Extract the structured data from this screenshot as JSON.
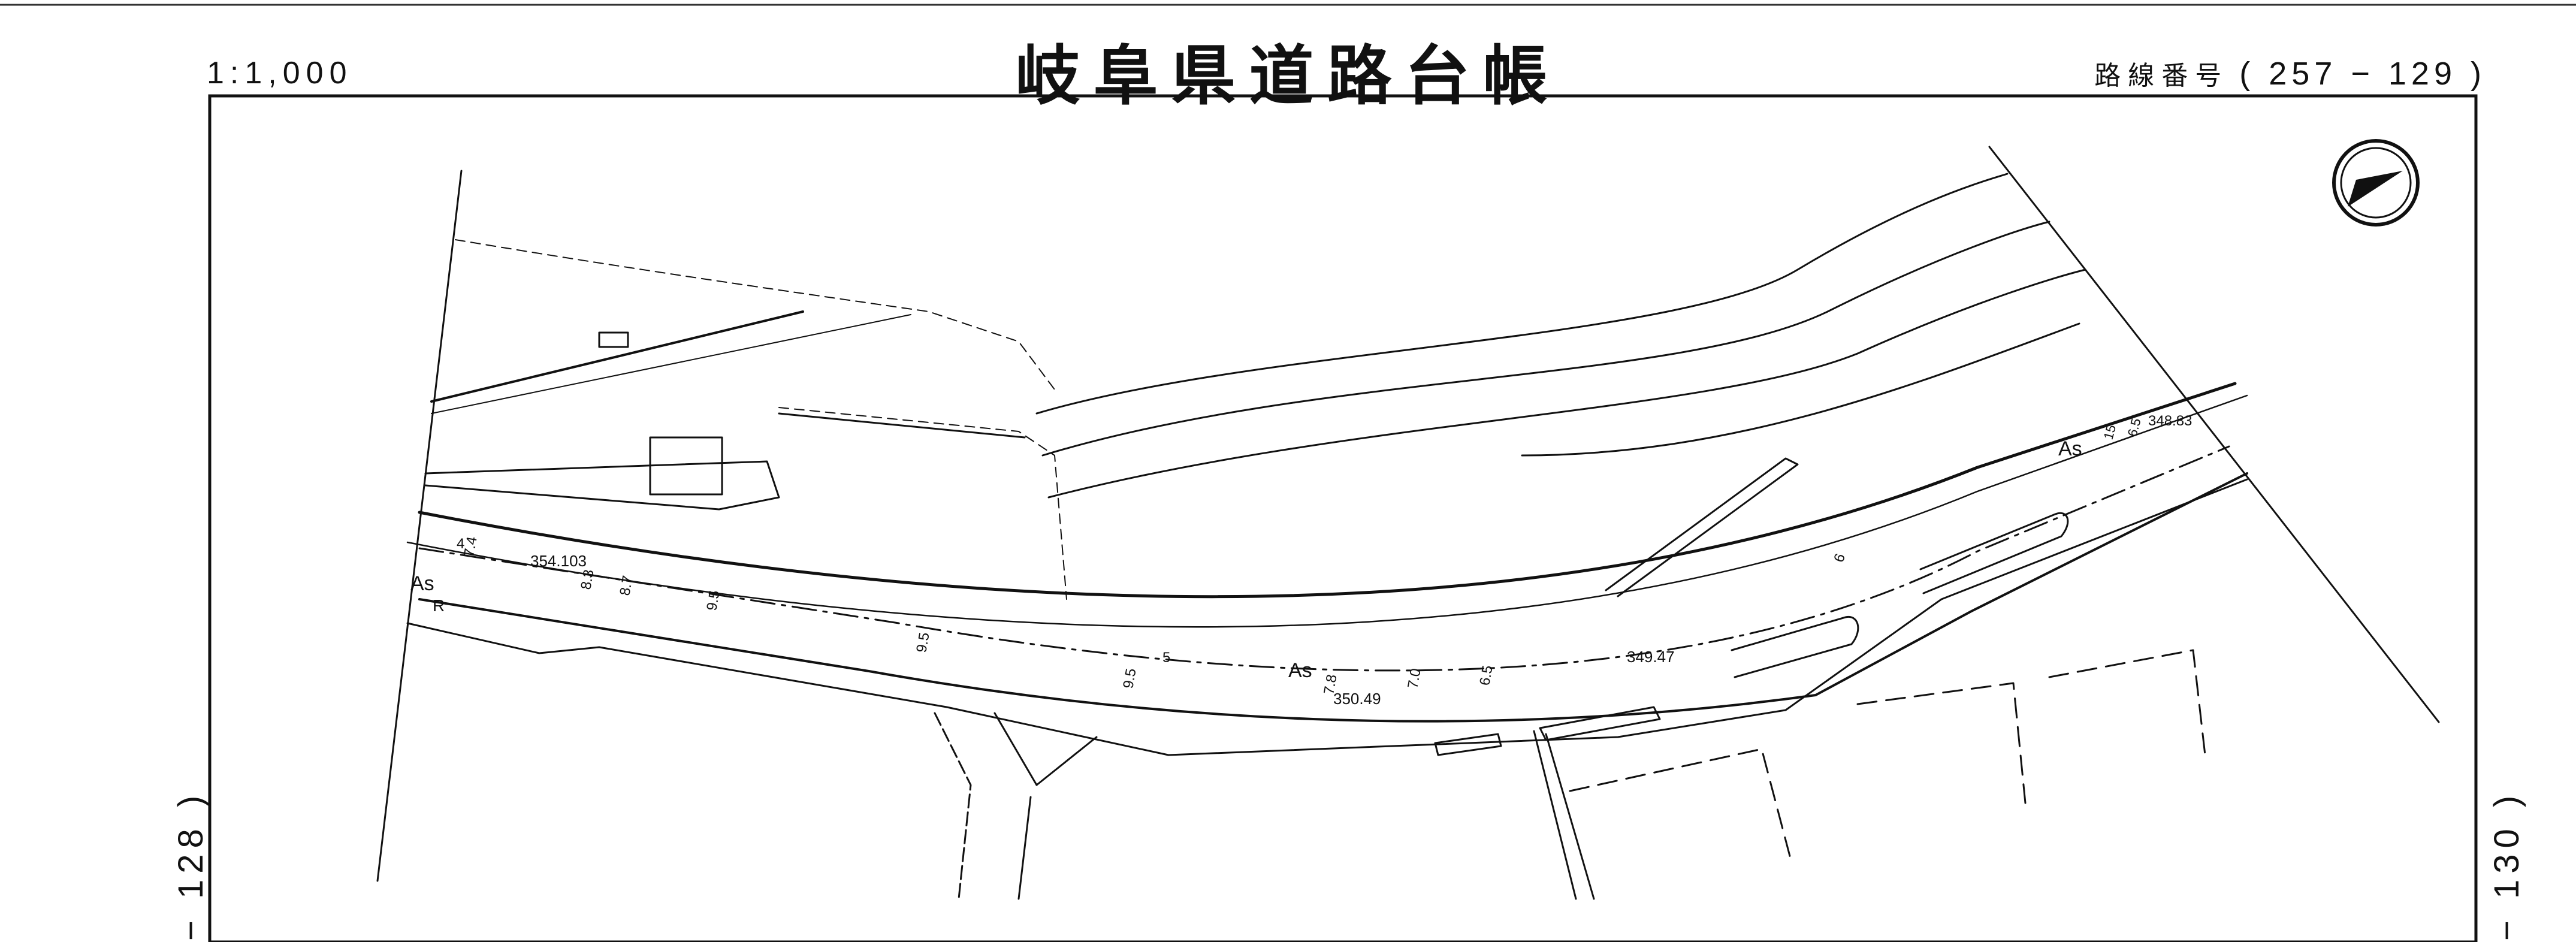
{
  "header": {
    "title": "岐阜県道路台帳",
    "scale": "1:1,000",
    "route_label": "路線番号",
    "route_value": "( 257 − 129 )"
  },
  "sheets": {
    "left": "− 128 )",
    "right": "− 130 )"
  },
  "map_labels": {
    "surface_1": "As",
    "surface_2": "As",
    "surface_3": "As",
    "r_mark": "R",
    "elev_1": "354.103",
    "elev_2": "350.49",
    "elev_3": "349.47",
    "elev_4": "348.83",
    "w_4": "4",
    "w_7_4": "7.4",
    "w_8_3": "8.3",
    "w_8_7": "8.7",
    "w_9_5a": "9.5",
    "w_9_5b": "9.5",
    "w_9_5c": "9.5",
    "w_5": "5",
    "w_7_8": "7.8",
    "w_7_0": "7.0",
    "w_6_5a": "6.5",
    "w_6": "6",
    "w_15": "15",
    "w_6_5b": "6.5"
  },
  "icons": {
    "north": "north-arrow-icon"
  }
}
